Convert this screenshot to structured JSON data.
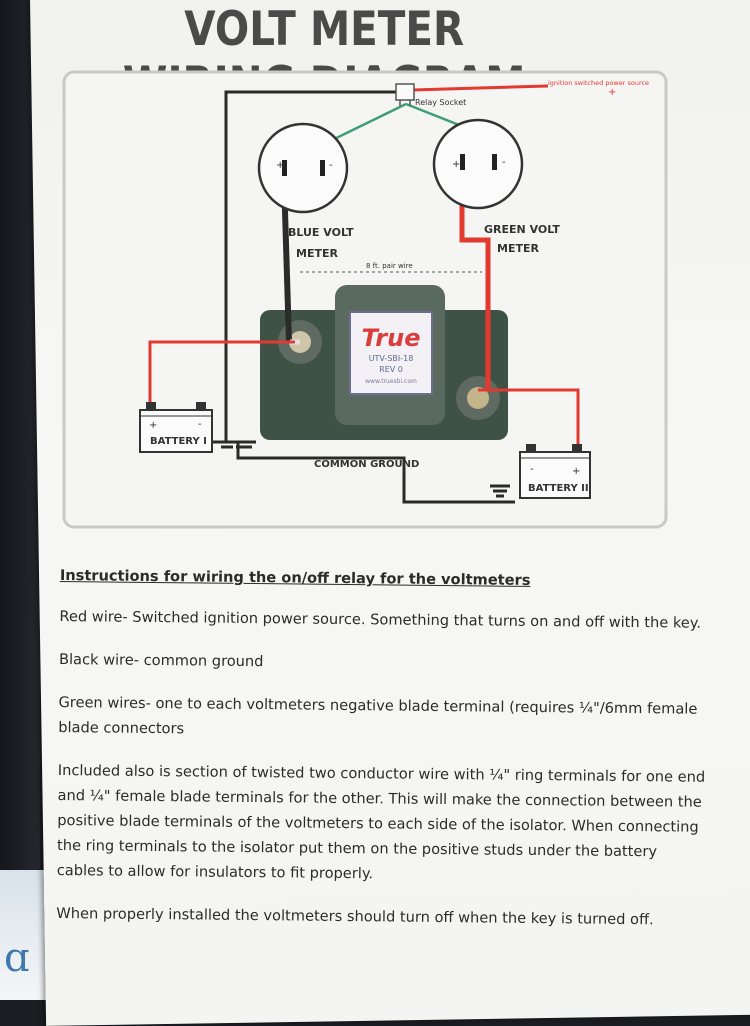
{
  "title": "VOLT METER WIRING DIAGRAM",
  "diagram": {
    "ignition_label": "ignition switched power source",
    "ignition_plus": "+",
    "relay_label": "Relay Socket",
    "blue_meter_label_line1": "BLUE VOLT",
    "blue_meter_label_line2": "METER",
    "green_meter_label_line1": "GREEN VOLT",
    "green_meter_label_line2": "METER",
    "pair_wire_label": "8 ft. pair wire",
    "meter_pos": "+",
    "meter_neg": "-",
    "isolator_brand": "True",
    "isolator_model": "UTV-SBI-18",
    "isolator_rev": "REV 0",
    "isolator_url": "www.truesbi.com",
    "battery1_label": "BATTERY I",
    "battery2_label": "BATTERY II",
    "battery_plus": "+",
    "battery_minus": "-",
    "common_ground_label": "COMMON GROUND"
  },
  "instructions": {
    "heading": "Instructions for wiring the on/off relay for the voltmeters",
    "paragraphs": [
      "Red wire-  Switched ignition power source.  Something that turns on and off with the key.",
      "Black wire-  common ground",
      "Green wires- one to each voltmeters negative blade terminal (requires ¼\"/6mm female blade connectors",
      "Included  also is section of twisted two conductor wire with ¼\" ring terminals for one end and ¼\" female blade terminals for the other.  This will make the connection between the positive blade terminals of the voltmeters to each side of the isolator.  When connecting the ring terminals to the isolator put them on the positive studs under the battery cables to allow for insulators to fit properly.",
      "When properly installed the voltmeters should turn off when the key is turned off."
    ]
  },
  "colors": {
    "red_wire": "#e23a30",
    "black_wire": "#2a2a2a",
    "green_wire": "#3f9d78",
    "isolator_body": "#3f5547"
  }
}
